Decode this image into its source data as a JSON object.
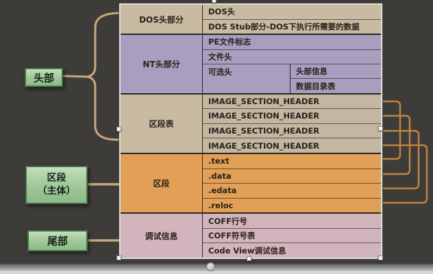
{
  "left_labels": {
    "header": "头部",
    "body_line1": "区段",
    "body_line2": "（主体）",
    "tail": "尾部"
  },
  "table": {
    "groups": [
      {
        "label": "DOS头部分",
        "rows": [
          "DOS头",
          "DOS Stub部分-DOS下执行所需要的数据"
        ]
      },
      {
        "label": "NT头部分",
        "rows": [
          "PE文件标志",
          "文件头",
          "可选头"
        ],
        "subrows": [
          "头部信息",
          "数据目录表"
        ]
      },
      {
        "label": "区段表",
        "rows": [
          "IMAGE_SECTION_HEADER",
          "IMAGE_SECTION_HEADER",
          "IMAGE_SECTION_HEADER",
          "IMAGE_SECTION_HEADER"
        ]
      },
      {
        "label": "区段",
        "rows": [
          ".text",
          ".data",
          ".edata",
          ".reloc"
        ]
      },
      {
        "label": "调试信息",
        "rows": [
          "COFF行号",
          "COFF符号表",
          "Code View调试信息"
        ]
      }
    ]
  },
  "colors": {
    "background": "#3e3c39",
    "tan_group": "#c9bba1",
    "tan_rows": "#c3b7a1",
    "purple": "#a79ec0",
    "orange": "#e2a057",
    "pink": "#d2b4bd",
    "green_box_fill": "#a5cb9d",
    "green_box_border": "#44704a",
    "brace_connector": "#c9a87c",
    "section_bracket": "#bf8440"
  }
}
